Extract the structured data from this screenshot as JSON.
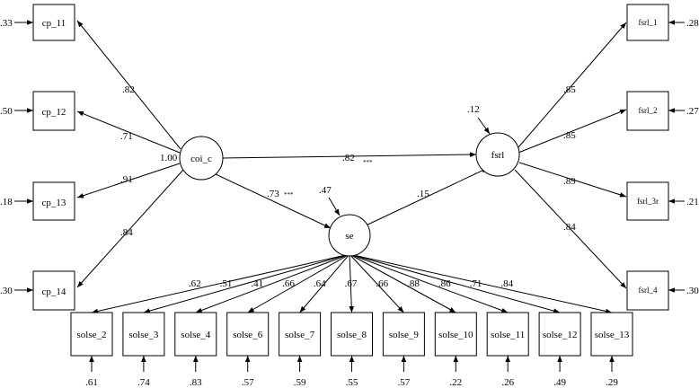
{
  "latents": {
    "coi_c": "coi_c",
    "fsrl": "fsrl",
    "se": "se"
  },
  "coi_c_indicators": [
    {
      "name": "cp_11",
      "loading": ".82",
      "error": ".33"
    },
    {
      "name": "cp_12",
      "loading": ".71",
      "error": ".50"
    },
    {
      "name": "cp_13",
      "loading": ".91",
      "error": ".18"
    },
    {
      "name": "cp_14",
      "loading": ".84",
      "error": ".30"
    }
  ],
  "coi_c_variance": "1.00",
  "fsrl_indicators": [
    {
      "name": "fsrl_1",
      "loading": ".85",
      "error": ".28"
    },
    {
      "name": "fsrl_2",
      "loading": ".85",
      "error": ".27"
    },
    {
      "name": "fsrl_3r",
      "loading": ".89",
      "error": ".21"
    },
    {
      "name": "fsrl_4",
      "loading": ".84",
      "error": ".30"
    }
  ],
  "fsrl_residual": ".12",
  "se_residual": ".47",
  "se_indicators": [
    {
      "name": "solse_2",
      "loading": ".62",
      "error": ".61"
    },
    {
      "name": "solse_3",
      "loading": ".51",
      "error": ".74"
    },
    {
      "name": "solse_4",
      "loading": ".41",
      "error": ".83"
    },
    {
      "name": "solse_6",
      "loading": ".66",
      "error": ".57"
    },
    {
      "name": "solse_7",
      "loading": ".64",
      "error": ".59"
    },
    {
      "name": "solse_8",
      "loading": ".67",
      "error": ".55"
    },
    {
      "name": "solse_9",
      "loading": ".66",
      "error": ".57"
    },
    {
      "name": "solse_10",
      "loading": ".88",
      "error": ".22"
    },
    {
      "name": "solse_11",
      "loading": ".86",
      "error": ".26"
    },
    {
      "name": "solse_12",
      "loading": ".71",
      "error": ".49"
    },
    {
      "name": "solse_13",
      "loading": ".84",
      "error": ".29"
    }
  ],
  "structural_paths": {
    "coi_c_to_fsrl": {
      "coef": ".82",
      "sig": "***"
    },
    "coi_c_to_se": {
      "coef": ".73",
      "sig": "***"
    },
    "se_to_fsrl": {
      "coef": ".15",
      "sig": ""
    }
  }
}
